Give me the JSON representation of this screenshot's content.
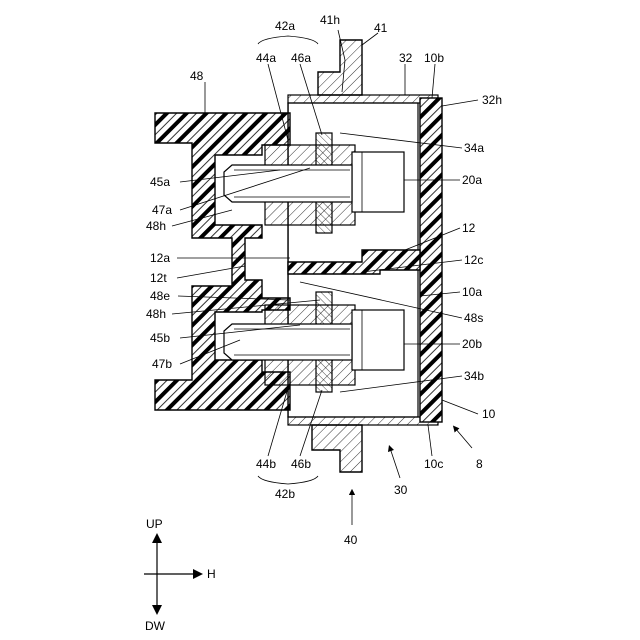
{
  "labels": {
    "l41h": "41h",
    "l41": "41",
    "l42a": "42a",
    "l44a": "44a",
    "l46a": "46a",
    "l32": "32",
    "l10b": "10b",
    "l48": "48",
    "l32h": "32h",
    "l34a": "34a",
    "l45a": "45a",
    "l20a": "20a",
    "l47a": "47a",
    "l48h_top": "48h",
    "l12": "12",
    "l12a": "12a",
    "l12c": "12c",
    "l12t": "12t",
    "l10a": "10a",
    "l48e": "48e",
    "l48s": "48s",
    "l48h_bot": "48h",
    "l45b": "45b",
    "l20b": "20b",
    "l47b": "47b",
    "l34b": "34b",
    "l10": "10",
    "l44b": "44b",
    "l46b": "46b",
    "l10c": "10c",
    "l8": "8",
    "l42b": "42b",
    "l30": "30",
    "l40": "40"
  },
  "axes": {
    "up": "UP",
    "down": "DW",
    "horizontal": "H"
  }
}
